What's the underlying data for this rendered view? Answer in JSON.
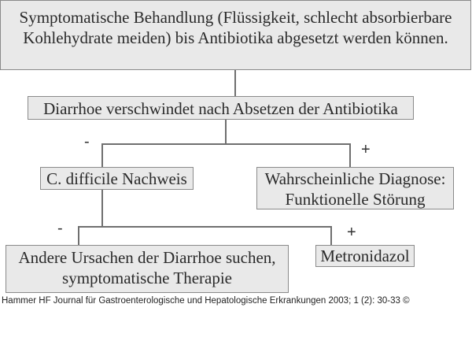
{
  "diagram": {
    "nodes": {
      "root": {
        "line1": "Symptomatische Behandlung (Flüssigkeit, schlecht absorbierbare",
        "line2": "Kohlehydrate meiden) bis Antibiotika abgesetzt werden können."
      },
      "q1": {
        "text": "Diarrhoe verschwindet nach Absetzen der Antibiotika"
      },
      "q2": {
        "text": "C. difficile Nachweis"
      },
      "diag": {
        "line1": "Wahrscheinliche Diagnose:",
        "line2": "Funktionelle Störung"
      },
      "other": {
        "line1": "Andere Ursachen der Diarrhoe suchen,",
        "line2": "symptomatische Therapie"
      },
      "metro": {
        "text": "Metronidazol"
      }
    },
    "edges": [
      {
        "from": "root",
        "to": "q1",
        "label": ""
      },
      {
        "from": "q1",
        "to": "q2",
        "label": "-"
      },
      {
        "from": "q1",
        "to": "diag",
        "label": "+"
      },
      {
        "from": "q2",
        "to": "other",
        "label": "-"
      },
      {
        "from": "q2",
        "to": "metro",
        "label": "+"
      }
    ],
    "labels": {
      "neg": "-",
      "pos": "+"
    }
  },
  "footer": {
    "citation": "Hammer HF Journal für Gastroenterologische und Hepatologische Erkrankungen 2003; 1 (2): 30-33 ©"
  }
}
